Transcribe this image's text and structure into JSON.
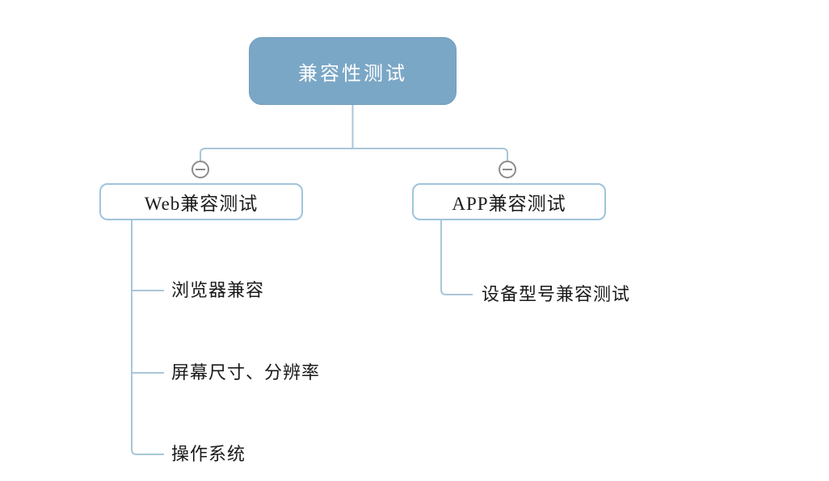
{
  "diagram": {
    "type": "mindmap",
    "root": {
      "label": "兼容性测试"
    },
    "branches": [
      {
        "label": "Web兼容测试",
        "collapse_state": "expanded",
        "children": [
          "浏览器兼容",
          "屏幕尺寸、分辨率",
          "操作系统"
        ]
      },
      {
        "label": "APP兼容测试",
        "collapse_state": "expanded",
        "children": [
          "设备型号兼容测试"
        ]
      }
    ],
    "colors": {
      "root_fill": "#7ba7c6",
      "root_text": "#ffffff",
      "branch_border": "#9fc4dc",
      "connector_line": "#a9c6d8",
      "collapse_icon": "#8c8c8c",
      "text": "#1a1a1a",
      "background": "#ffffff"
    }
  }
}
